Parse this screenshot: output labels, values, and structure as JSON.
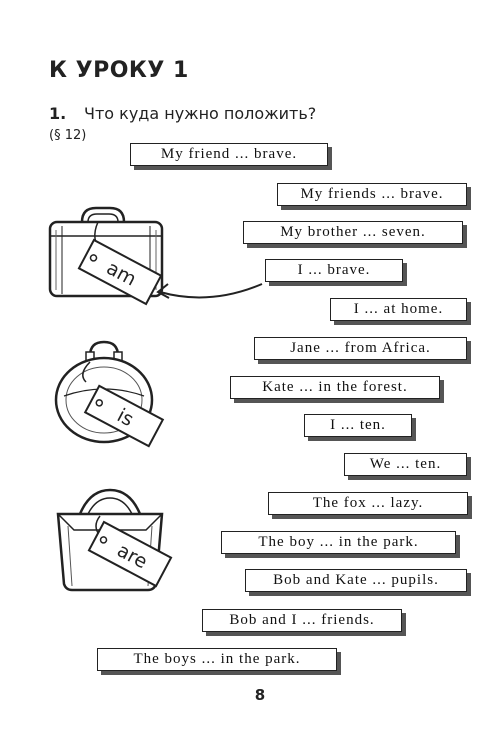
{
  "lesson": {
    "title": "К УРОКУ 1"
  },
  "task": {
    "number": "1.",
    "text": "Что куда нужно положить?",
    "section": "(§ 12)"
  },
  "cards": [
    "My friend ... brave.",
    "My friends ... brave.",
    "My brother ... seven.",
    "I ... brave.",
    "I ... at home.",
    "Jane ... from Africa.",
    "Kate ... in the forest.",
    "I ... ten.",
    "We ... ten.",
    "The fox ... lazy.",
    "The boy ... in the park.",
    "Bob and Kate ... pupils.",
    "Bob and I ... friends.",
    "The boys ... in the park."
  ],
  "bags": [
    {
      "type": "suitcase",
      "icon": "suitcase-icon",
      "tag": "am"
    },
    {
      "type": "round bag",
      "icon": "round-bag-icon",
      "tag": "is"
    },
    {
      "type": "handbag",
      "icon": "handbag-icon",
      "tag": "are"
    }
  ],
  "page_number": "8"
}
